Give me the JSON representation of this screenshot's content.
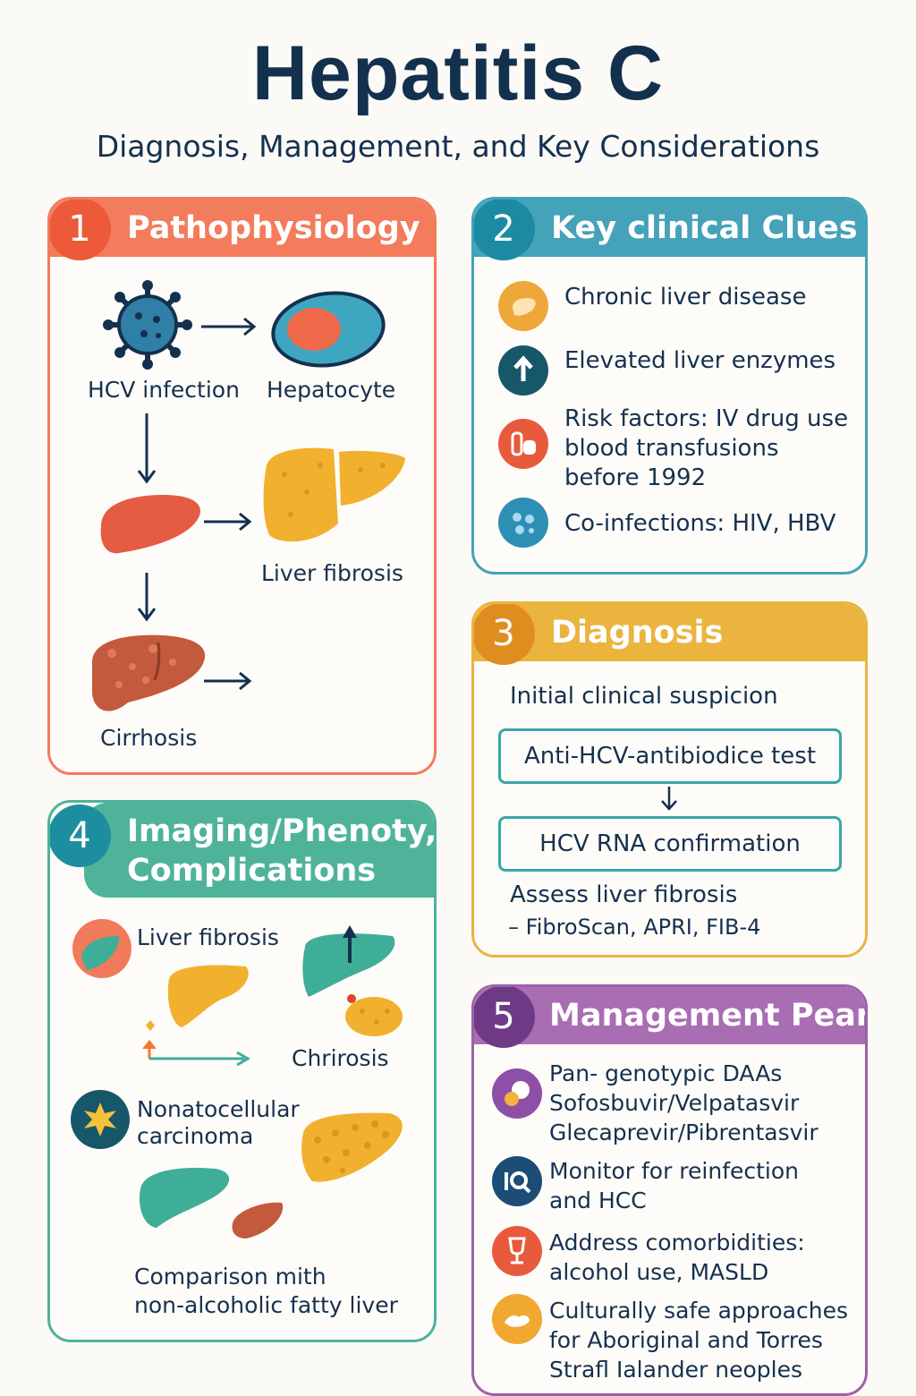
{
  "title": "Hepatitis C",
  "subtitle": "Diagnosis, Management, and Key Considerations",
  "sections": {
    "s1": {
      "number": "1",
      "title": "Pathophysiology",
      "labels": {
        "hcv": "HCV infection",
        "hepatocyte": "Hepatocyte",
        "fibrosis": "Liver fibrosis",
        "cirrhosis": "Cirrhosis"
      }
    },
    "s2": {
      "number": "2",
      "title": "Key clinical Clues",
      "items": [
        {
          "text": "Chronic liver disease",
          "icon": "liver-icon"
        },
        {
          "text": "Elevated liver enzymes",
          "icon": "arrow-up-icon"
        },
        {
          "line1": "Risk factors: IV drug use",
          "line2": "blood transfusions",
          "line3": "before 1992",
          "icon": "blood-tube-icon"
        },
        {
          "text": "Co-infections: HIV, HBV",
          "icon": "virus-dots-icon"
        }
      ]
    },
    "s3": {
      "number": "3",
      "title": "Diagnosis",
      "step1": "Initial clinical suspicion",
      "box1": "Anti-HCV-antibiodice test",
      "box2": "HCV RNA confirmation",
      "step4": "Assess liver fibrosis",
      "step4_sub": "– FibroScan, APRI, FIB-4"
    },
    "s4": {
      "number": "4",
      "title_line1": "Imaging/Phenoty,",
      "title_line2": "Complications",
      "labels": {
        "fibrosis": "Liver fibrosis",
        "cirrhosis": "Chrirosis",
        "hcc_line1": "Nonatocellular",
        "hcc_line2": "carcinoma",
        "comp_line1": "Comparison mith",
        "comp_line2": "non-alcoholic fatty liver"
      }
    },
    "s5": {
      "number": "5",
      "title": "Management Pearls",
      "items": [
        {
          "line1": "Pan- genotypic DAAs",
          "line2": "Sofosbuvir/Velpatasvir",
          "line3": "Glecaprevir/Pibrentasvir",
          "icon": "pill-icon"
        },
        {
          "line1": "Monitor for reinfection",
          "line2": "and HCC",
          "icon": "monitor-search-icon"
        },
        {
          "line1": "Address comorbidities:",
          "line2": "alcohol use, MASLD",
          "icon": "wine-glass-icon"
        },
        {
          "line1": "Culturally safe approaches",
          "line2": "for Aboriginal and Torres",
          "line3": "Strafl Ialander neoples",
          "icon": "hands-icon"
        }
      ]
    }
  },
  "colors": {
    "s1": "#f27c5c",
    "s2": "#44a2b9",
    "s3": "#eab43f",
    "s4": "#4fb39a",
    "s5": "#9c62a6",
    "navy": "#14304f"
  }
}
